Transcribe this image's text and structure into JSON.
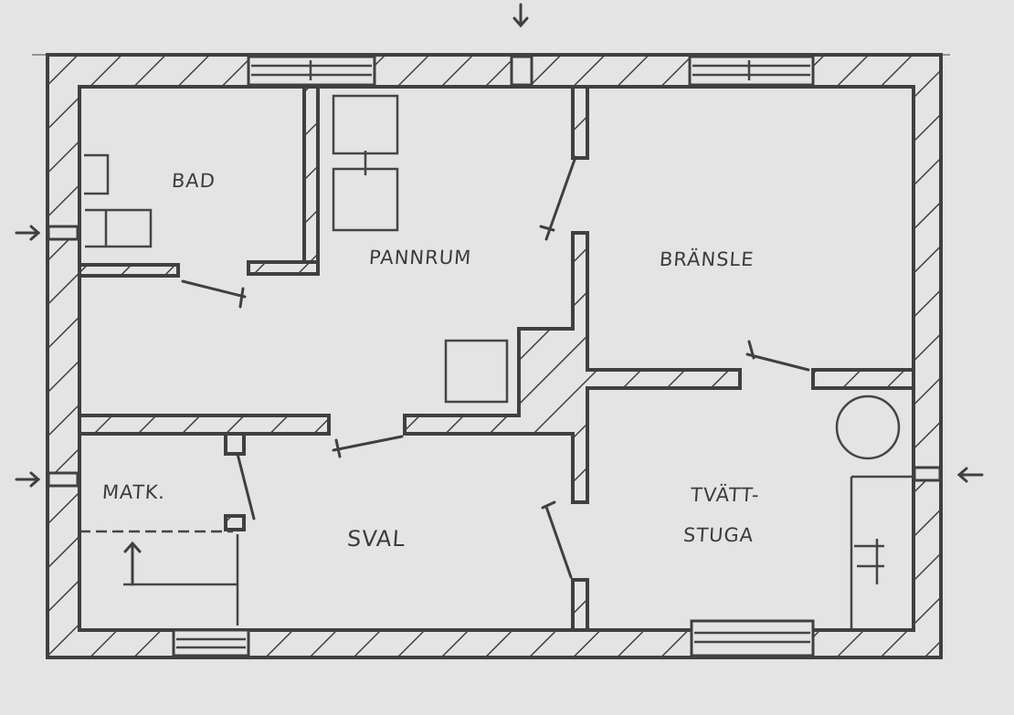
{
  "rooms": {
    "bad": "BAD",
    "pannrum": "PANNRUM",
    "bransle": "BRÄNSLE",
    "matk": "MATK.",
    "sval": "SVAL",
    "tvatt_line1": "TVÄTT-",
    "tvatt_line2": "STUGA"
  },
  "colors": {
    "paper": "#e4e4e4",
    "ink": "#404040"
  }
}
